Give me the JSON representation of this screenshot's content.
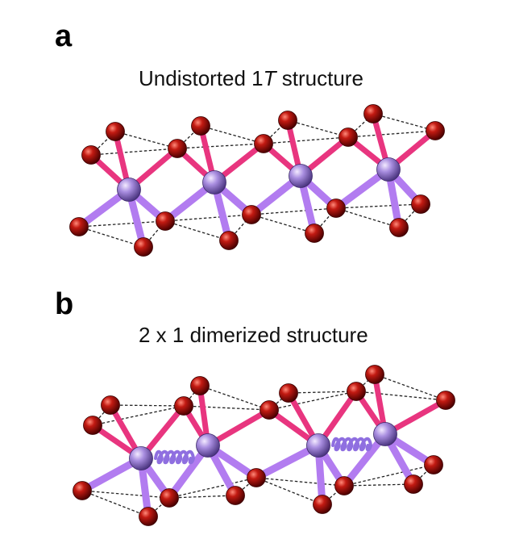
{
  "panels": [
    {
      "letter": "a",
      "title_pre": "Undistorted 1",
      "title_italic": "T",
      "title_post": " structure"
    },
    {
      "letter": "b",
      "title": "2 x 1 dimerized structure"
    }
  ],
  "colors": {
    "metal_atom": "#a98ee0",
    "chalcogen_atom": "#a01010",
    "bond_to_top": "#e8357f",
    "bond_to_bottom": "#b27cf0",
    "dimer_spring": "#8f6fe0",
    "dashed_outline": "#222222"
  }
}
